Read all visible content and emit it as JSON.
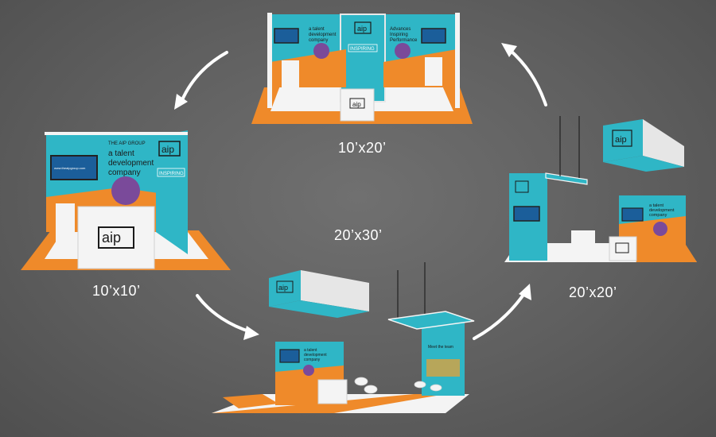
{
  "labels": {
    "booth_10x20": "10’x20’",
    "booth_20x30": "20’x30’",
    "booth_10x10": "10’x10’",
    "booth_20x20": "20’x20’"
  },
  "booth_text": {
    "logo": "aip",
    "group_small": "THE AIP GROUP",
    "tagline_lines": [
      "a talent",
      "development",
      "company"
    ],
    "inspiring": "INSPIRING",
    "advances_lines": [
      "Advances",
      "Inspiring",
      "Performance"
    ],
    "meet_team": "Meet the team",
    "screen_url": "www.theaipgroup.com"
  },
  "colors": {
    "teal": "#2fb6c6",
    "orange": "#ef8a2a",
    "purple": "#7a4a9a",
    "white": "#f4f4f4",
    "arrow": "#ffffff"
  }
}
